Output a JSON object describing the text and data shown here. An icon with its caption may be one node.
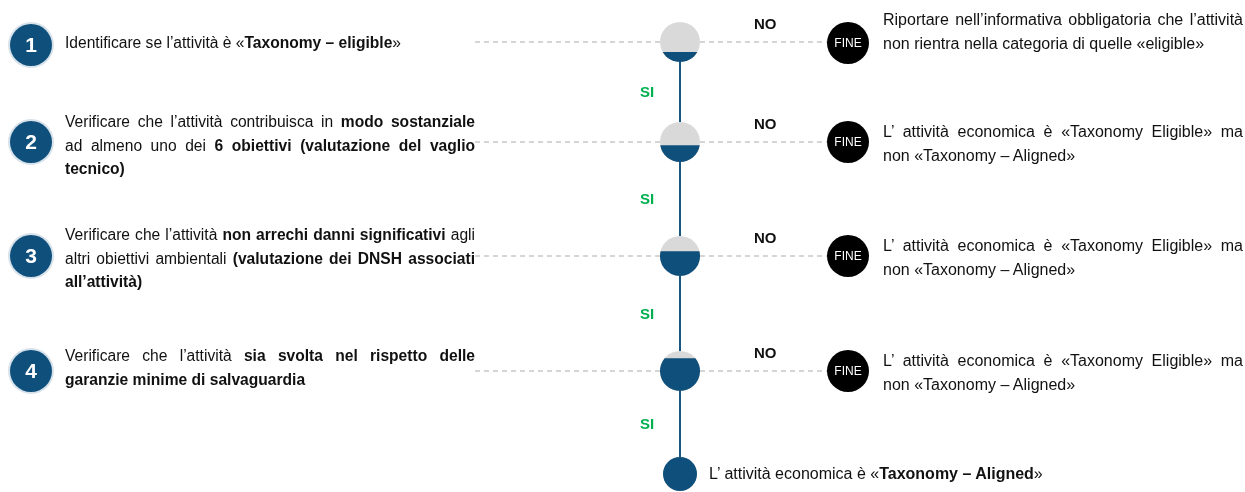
{
  "diagram": {
    "nodes": [
      {
        "text": [
          "1"
        ],
        "beside": [
          "Identificare se l’attività è «**Taxonomy – eligible**»"
        ]
      },
      {
        "text": [],
        "shape": "circle"
      },
      {
        "text": [
          "FINE"
        ],
        "beside": [
          "Riportare nell’informativa obbligatoria che l’attività non rientra nella categoria di quelle «eligible»"
        ]
      },
      {
        "text": [
          "2"
        ],
        "beside": [
          "Verificare che l’attività contribuisca in **modo sostanziale** ad almeno uno dei **6 obiettivi (valutazione del vaglio tecnico)**"
        ]
      },
      {
        "text": [],
        "shape": "circle"
      },
      {
        "text": [
          "FINE"
        ],
        "beside": [
          "L’ attività economica è «Taxonomy Eligible» ma non «Taxonomy – Aligned»"
        ]
      },
      {
        "text": [
          "3"
        ],
        "beside": [
          "Verificare che l’attività **non arrechi danni significativi** agli altri obiettivi ambientali **(valutazione dei DNSH associati all’attività)**"
        ]
      },
      {
        "text": [],
        "shape": "circle"
      },
      {
        "text": [
          "FINE"
        ],
        "beside": [
          "L’ attività economica è «Taxonomy Eligible» ma non «Taxonomy – Aligned»"
        ]
      },
      {
        "text": [
          "4"
        ],
        "beside": [
          "Verificare che l’attività **sia svolta nel rispetto delle garanzie minime di salvaguardia**"
        ]
      },
      {
        "text": [],
        "shape": "circle"
      },
      {
        "text": [
          "FINE"
        ],
        "beside": [
          "L’ attività economica è «Taxonomy Eligible» ma non «Taxonomy – Aligned»"
        ]
      },
      {
        "text": [],
        "shape": "circle",
        "beside": [
          "L’ attività economica è «**Taxonomy – Aligned**»"
        ]
      }
    ],
    "edges": [
      {
        "from": 0,
        "to": 1,
        "arrow": "none",
        "style": "dashed"
      },
      {
        "from": 1,
        "to": 2,
        "arrow": "none",
        "style": "dashed",
        "label": "NO"
      },
      {
        "from": 3,
        "to": 4,
        "arrow": "none",
        "style": "dashed"
      },
      {
        "from": 4,
        "to": 5,
        "arrow": "none",
        "style": "dashed",
        "label": "NO"
      },
      {
        "from": 6,
        "to": 7,
        "arrow": "none",
        "style": "dashed"
      },
      {
        "from": 7,
        "to": 8,
        "arrow": "none",
        "style": "dashed",
        "label": "NO"
      },
      {
        "from": 9,
        "to": 10,
        "arrow": "none",
        "style": "dashed"
      },
      {
        "from": 10,
        "to": 11,
        "arrow": "none",
        "style": "dashed",
        "label": "NO"
      },
      {
        "from": 1,
        "to": 4,
        "arrow": "none",
        "label": "SI",
        "color": "#1a5580"
      },
      {
        "from": 4,
        "to": 7,
        "arrow": "none",
        "label": "SI",
        "color": "#1a5580"
      },
      {
        "from": 7,
        "to": 10,
        "arrow": "none",
        "label": "SI",
        "color": "#1a5580"
      },
      {
        "from": 10,
        "to": 12,
        "arrow": "none",
        "label": "SI",
        "color": "#1a5580"
      }
    ]
  }
}
